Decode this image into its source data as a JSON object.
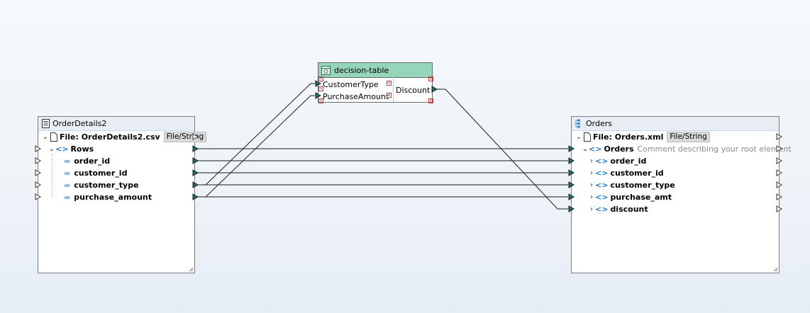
{
  "left_component": {
    "title": "OrderDetails2",
    "file_label": "File: OrderDetails2.csv",
    "file_badge": "File/String",
    "root": "Rows",
    "fields": [
      "order_id",
      "customer_id",
      "customer_type",
      "purchase_amount"
    ]
  },
  "decision_table": {
    "title": "decision-table",
    "inputs": [
      "CustomerType",
      "PurchaseAmount"
    ],
    "output": "Discount"
  },
  "right_component": {
    "title": "Orders",
    "file_label": "File: Orders.xml",
    "file_badge": "File/String",
    "root": "Orders",
    "root_comment": "Comment describing your root element",
    "fields": [
      "order_id",
      "customer_id",
      "customer_type",
      "purchase_amt",
      "discount"
    ]
  },
  "colors": {
    "connector": "#1f6f6b",
    "decision_header": "#95d5ba",
    "element_icon": "#1a7fd4"
  },
  "icons": {
    "text_file": "text-file-icon",
    "xml_schema": "xml-schema-icon",
    "file": "file-icon",
    "element": "element-icon",
    "attribute": "attribute-icon",
    "decision_table": "decision-table-icon"
  }
}
